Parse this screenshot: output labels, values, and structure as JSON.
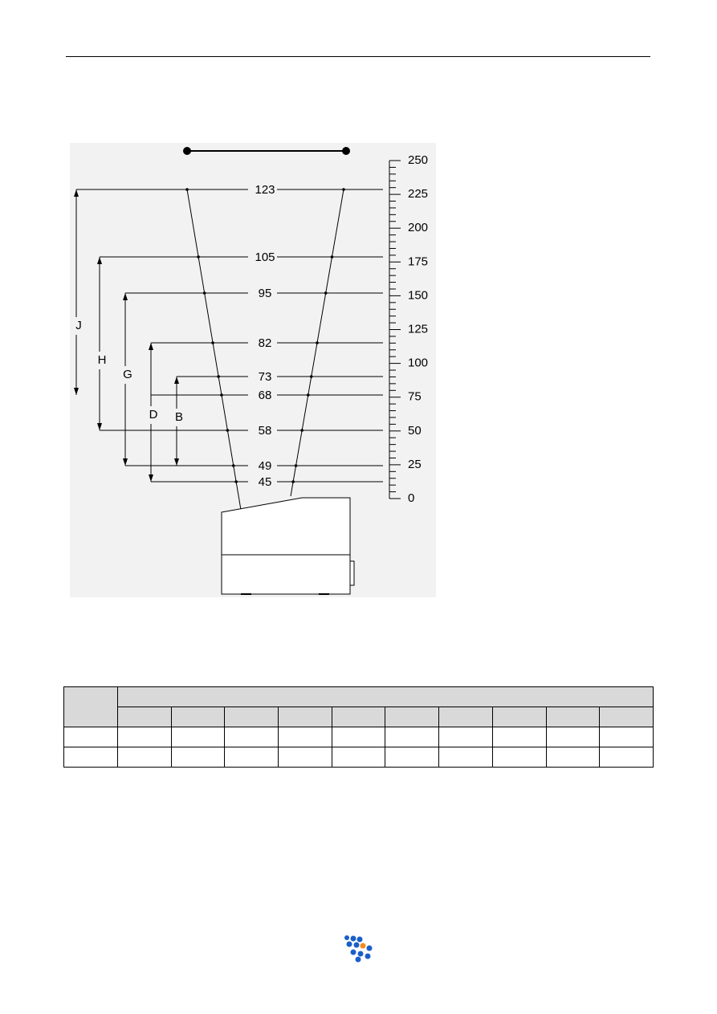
{
  "diagram": {
    "scale_ticks": [
      "250",
      "225",
      "200",
      "175",
      "150",
      "125",
      "100",
      "75",
      "50",
      "25",
      "0"
    ],
    "reading_distances": [
      "123",
      "105",
      "95",
      "82",
      "73",
      "68",
      "58",
      "49",
      "45"
    ],
    "dimension_labels": [
      "J",
      "H",
      "G",
      "D",
      "B"
    ]
  },
  "table": {
    "columns": 10,
    "rows": 2
  },
  "colors": {
    "diagram_background": "#f2f2f2",
    "table_header_fill": "#d9d9d9",
    "logo_blue": "#1a5fc8",
    "logo_orange": "#f28c1c"
  }
}
